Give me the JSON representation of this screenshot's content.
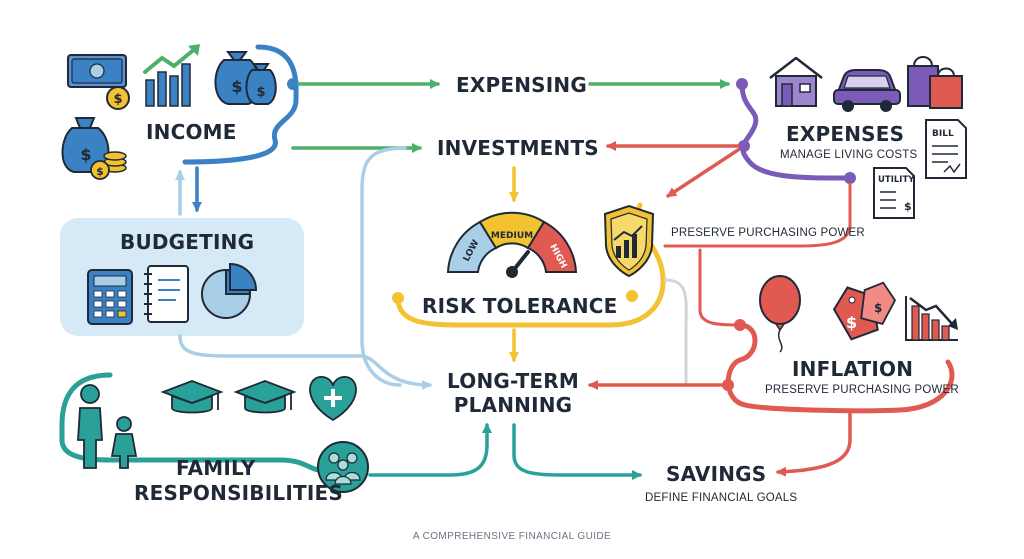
{
  "nodes": {
    "income": "INCOME",
    "budgeting": "BUDGETING",
    "family_line1": "FAMILY",
    "family_line2": "RESPONSIBILITIES",
    "expensing": "EXPENSING",
    "investments": "INVESTMENTS",
    "risk_tolerance": "RISK TOLERANCE",
    "long_term_line1": "LONG-TERM",
    "long_term_line2": "PLANNING",
    "savings": "SAVINGS",
    "savings_sub": "DEFINE FINANCIAL GOALS",
    "expenses": "EXPENSES",
    "expenses_sub": "MANAGE LIVING COSTS",
    "inflation": "INFLATION",
    "inflation_sub": "PRESERVE PURCHASING POWER",
    "preserve_label": "PRESERVE PURCHASING POWER"
  },
  "gauge": {
    "low": "LOW",
    "medium": "MEDIUM",
    "high": "HIGH"
  },
  "icon_text": {
    "bill": "BILL",
    "utility": "UTILITY"
  },
  "footer": "A COMPREHENSIVE FINANCIAL GUIDE",
  "colors": {
    "blue": "#3b82c4",
    "green": "#4caf6a",
    "red": "#e05a52",
    "purple": "#7a5cb8",
    "yellow": "#f2c230",
    "teal": "#2aa198",
    "light_blue": "#a9cfe8",
    "dark": "#1f2937"
  }
}
